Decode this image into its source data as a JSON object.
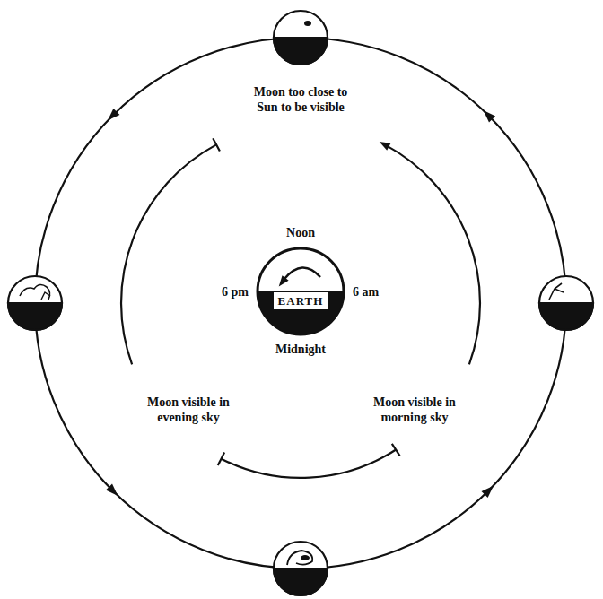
{
  "diagram": {
    "nodes": [
      {
        "text": [
          "Noon",
          "6 pm",
          "6 am",
          "Midnight"
        ]
      },
      {
        "text": [
          "EARTH"
        ],
        "in": 0
      }
    ],
    "labels": [
      "Moon too close to Sun to be visible",
      "Moon visible in evening sky",
      "Moon visible in morning sky"
    ]
  }
}
